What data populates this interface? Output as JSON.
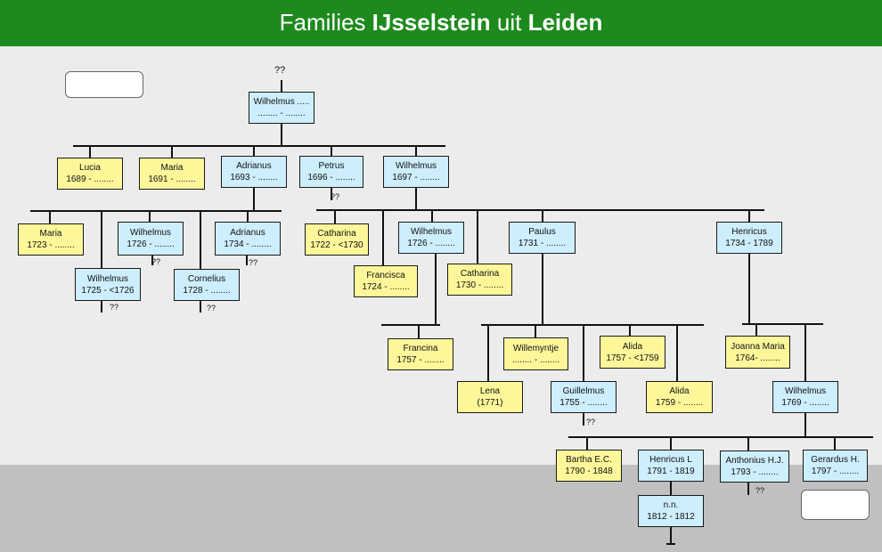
{
  "header": {
    "pre": "Families ",
    "name": "IJsselstein",
    "mid": " uit ",
    "place": "Leiden"
  },
  "unknown": "??",
  "persons": {
    "wilhelmus_root": {
      "name": "Wilhelmus .....",
      "dates": "........ - ........"
    },
    "lucia": {
      "name": "Lucia",
      "dates": "1689 - ........"
    },
    "maria_1691": {
      "name": "Maria",
      "dates": "1691 - ........"
    },
    "adrianus_1693": {
      "name": "Adrianus",
      "dates": "1693 - ........"
    },
    "petrus_1696": {
      "name": "Petrus",
      "dates": "1696 - ........"
    },
    "wilhelmus_1697": {
      "name": "Wilhelmus",
      "dates": "1697 - ........"
    },
    "maria_1723": {
      "name": "Maria",
      "dates": "1723 - ........"
    },
    "wilhelmus_1726a": {
      "name": "Wilhelmus",
      "dates": "1726 - ........"
    },
    "adrianus_1734": {
      "name": "Adrianus",
      "dates": "1734 - ........"
    },
    "wilhelmus_1725": {
      "name": "Wilhelmus",
      "dates": "1725 - <1726"
    },
    "cornelius_1728": {
      "name": "Cornelius",
      "dates": "1728 - ........"
    },
    "catharina_1722": {
      "name": "Catharina",
      "dates": "1722 - <1730"
    },
    "francisca_1724": {
      "name": "Francisca",
      "dates": "1724 - ........"
    },
    "wilhelmus_1726b": {
      "name": "Wilhelmus",
      "dates": "1726 - ........"
    },
    "catharina_1730": {
      "name": "Catharina",
      "dates": "1730 - ........"
    },
    "paulus_1731": {
      "name": "Paulus",
      "dates": "1731 - ........"
    },
    "henricus_1734": {
      "name": "Henricus",
      "dates": "1734 - 1789"
    },
    "francina_1757": {
      "name": "Francina",
      "dates": "1757 - ........"
    },
    "willemyntje": {
      "name": "Willemyntje",
      "dates": "........ - ........"
    },
    "alida_1757": {
      "name": "Alida",
      "dates": "1757 - <1759"
    },
    "lena_1771": {
      "name": "Lena",
      "dates": "(1771)"
    },
    "guillelmus_1755": {
      "name": "Guillelmus",
      "dates": "1755 - ........"
    },
    "alida_1759": {
      "name": "Alida",
      "dates": "1759 - ........"
    },
    "joanna_maria_1764": {
      "name": "Joanna Maria",
      "dates": "1764- ........"
    },
    "wilhelmus_1769": {
      "name": "Wilhelmus",
      "dates": "1769 - ........"
    },
    "bartha_ec_1790": {
      "name": "Bartha E.C.",
      "dates": "1790 - 1848"
    },
    "henricus_l_1791": {
      "name": "Henricus L",
      "dates": "1791 - 1819"
    },
    "anthonius_hj_1793": {
      "name": "Anthonius H.J.",
      "dates": "1793 - ........"
    },
    "gerardus_h_1797": {
      "name": "Gerardus H.",
      "dates": "1797 - ........"
    },
    "nn_1812": {
      "name": "n.n.",
      "dates": "1812 - 1812"
    }
  },
  "colors": {
    "male": "#cdeefc",
    "female": "#fdf79a",
    "header": "#1e8a1e"
  }
}
